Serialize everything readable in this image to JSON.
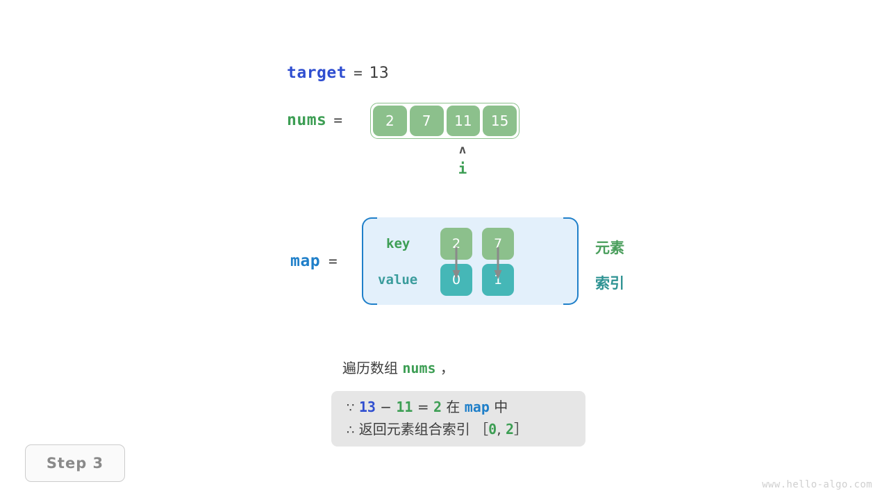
{
  "target": {
    "name": "target",
    "equals": "=",
    "value": "13"
  },
  "nums": {
    "name": "nums",
    "equals": "=",
    "cells": [
      "2",
      "7",
      "11",
      "15"
    ],
    "pointer": {
      "caret": "ʌ",
      "label": "i",
      "index": 2
    }
  },
  "map": {
    "name": "map",
    "equals": "=",
    "key_row_label": "key",
    "value_row_label": "value",
    "keys": [
      "2",
      "7"
    ],
    "values": [
      "0",
      "1"
    ],
    "legend_element": "元素",
    "legend_index": "索引"
  },
  "description": {
    "prefix": "遍历数组 ",
    "code": "nums",
    "suffix": " ，"
  },
  "callout": {
    "line1": {
      "symbol": "∵",
      "a": "13",
      "minus": " − ",
      "b": "11",
      "eq": " = ",
      "result": "2",
      "tail_pre": " 在 ",
      "map": "map",
      "tail_post": " 中"
    },
    "line2": {
      "symbol": "∴",
      "text": " 返回元素组合索引 ［",
      "i0": "0",
      "comma": ", ",
      "i1": "2",
      "close": "］"
    }
  },
  "step_badge": "Step 3",
  "watermark": "www.hello-algo.com",
  "colors": {
    "green": "#3d9e54",
    "cell_green": "#8cc08c",
    "teal": "#45b7b7",
    "blue": "#2f4ed0",
    "light_blue": "#1f7fc9",
    "map_bg": "#e3f0fb",
    "callout_bg": "#e6e6e6",
    "text": "#3d3d3d"
  }
}
